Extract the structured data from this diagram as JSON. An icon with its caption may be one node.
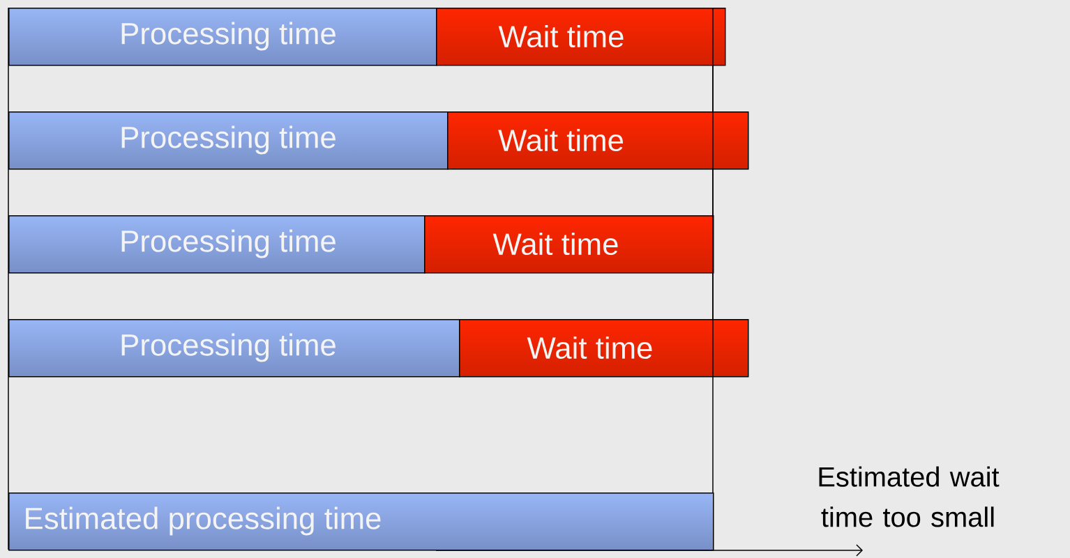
{
  "diagram": {
    "nodes": [
      {
        "text": [
          "Processing time"
        ]
      },
      {
        "text": [
          "Wait time"
        ]
      },
      {
        "text": [
          "Processing time"
        ]
      },
      {
        "text": [
          "Wait time"
        ]
      },
      {
        "text": [
          "Processing time"
        ]
      },
      {
        "text": [
          "Wait time"
        ]
      },
      {
        "text": [
          "Processing time"
        ]
      },
      {
        "text": [
          "Wait time"
        ]
      },
      {
        "text": [
          "Estimated processing time"
        ]
      }
    ],
    "labels": [
      "Estimated wait time too small"
    ]
  }
}
